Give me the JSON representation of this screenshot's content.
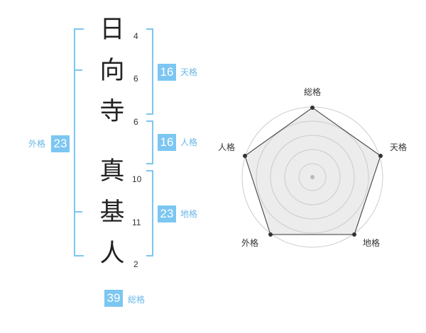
{
  "name_chars": [
    {
      "char": "日",
      "strokes": "4"
    },
    {
      "char": "向",
      "strokes": "6"
    },
    {
      "char": "寺",
      "strokes": "6"
    },
    {
      "char": "真",
      "strokes": "10"
    },
    {
      "char": "基",
      "strokes": "11"
    },
    {
      "char": "人",
      "strokes": "2"
    }
  ],
  "fortunes": {
    "tenkaku": {
      "label": "天格",
      "value": "16"
    },
    "jinkaku": {
      "label": "人格",
      "value": "16"
    },
    "chikaku": {
      "label": "地格",
      "value": "23"
    },
    "gaikaku": {
      "label": "外格",
      "value": "23"
    },
    "soukaku": {
      "label": "総格",
      "value": "39"
    }
  },
  "radar": {
    "labels": {
      "soukaku": "総格",
      "tenkaku": "天格",
      "chikaku": "地格",
      "gaikaku": "外格",
      "jinkaku": "人格"
    }
  },
  "colors": {
    "accent": "#7cc6f2",
    "text": "#222222",
    "radar_fill": "#eeeeee",
    "radar_ring": "#cccccc"
  }
}
